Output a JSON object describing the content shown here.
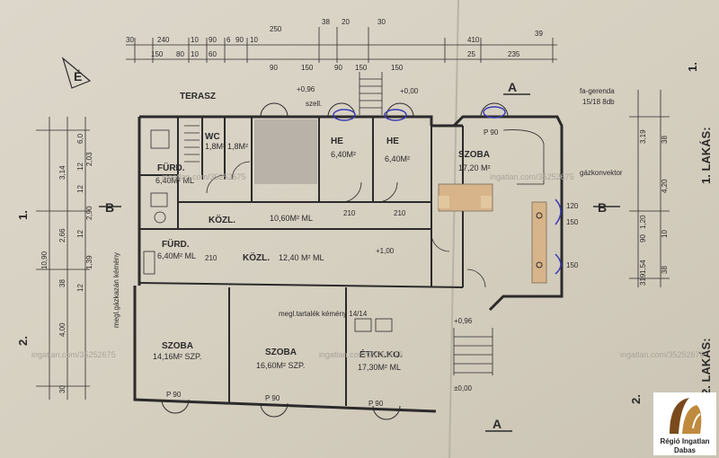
{
  "plan": {
    "sections": {
      "flat1": "1. LAKÁS:",
      "flat2": "2. LAKÁS:",
      "label1": "1.",
      "label2": "2."
    },
    "section_marks": {
      "a": "A",
      "b": "B"
    },
    "north": "É",
    "rooms": {
      "terasz": "TERASZ",
      "wc": "WC",
      "wc_area": "1,8M²",
      "kamra": "1,8M²",
      "he1": "HE",
      "he1_area": "6,40M²",
      "he2": "HE",
      "he2_area": "6,40M²",
      "szoba_top": "SZOBA",
      "szoba_top_area": "17,20 M²",
      "furdo1": "FÜRD.",
      "furdo1_area": "6,40M² ML",
      "kozl1": "KÖZL.",
      "kozl1_area": "10,60M² ML",
      "furdo2": "FÜRD.",
      "furdo2_area": "6,40M² ML",
      "kozl2": "KÖZL.",
      "kozl2_area": "12,40 M² ML",
      "szoba1": "SZOBA",
      "szoba1_area": "14,16M² SZP.",
      "szoba2": "SZOBA",
      "szoba2_area": "16,60M² SZP.",
      "etkk": "ÉTKK.KO.",
      "etkk_area": "17,30M² ML"
    },
    "notes": {
      "fagerenda": "fa-gerenda",
      "fagerenda_size": "15/18 8db",
      "gazkonvektor": "gázkonvektor",
      "kemeny": "megl.tartalék kémény 14/14",
      "gazkazan": "megl.gázkazán kémény",
      "szell": "szell.",
      "level1": "+0,96",
      "level2": "+0,00",
      "level3": "+1,00",
      "level4": "+0,96",
      "level5": "±0,00"
    },
    "dims_top": [
      "30",
      "240",
      "10",
      "90",
      "6",
      "90",
      "10",
      "250",
      "38",
      "20",
      "30",
      "410",
      "39"
    ],
    "dims_top2": [
      "150",
      "80",
      "10",
      "60",
      "90",
      "150",
      "90",
      "150",
      "150",
      "25",
      "235"
    ],
    "dims_left": [
      "10,90",
      "3,14",
      "6,0",
      "12",
      "2,03",
      "12",
      "2,90",
      "2,66",
      "12",
      "1,39",
      "12",
      "4,00",
      "38",
      "30"
    ],
    "dims_right": [
      "3,19",
      "38",
      "4,20",
      "1,20",
      "90",
      "10",
      "1,54",
      "38",
      "319"
    ],
    "doors": [
      "P 90",
      "P 90",
      "P 90",
      "P 90",
      "210",
      "210",
      "210",
      "150",
      "120",
      "150"
    ],
    "watermark": "ingatlan.com/35252675",
    "logo": {
      "line1": "Régió Ingatlan",
      "line2": "Dabas"
    }
  }
}
